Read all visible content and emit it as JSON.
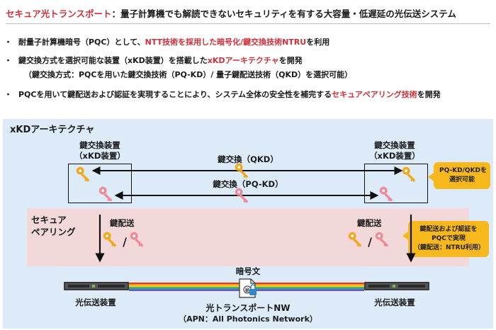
{
  "headline": {
    "accent": "セキュア光トランスポート",
    "rest": "：量子計算機でも解読できないセキュリティを有する大容量・低遅延の光伝送システム"
  },
  "bullets": [
    {
      "pre": "耐量子計算機暗号（PQC）として、",
      "red": "NTT技術を採用した暗号化/鍵交換技術NTRU",
      "post": "を利用"
    },
    {
      "pre": "鍵交換方式を選択可能な装置（xKD装置）を搭載した",
      "red": "xKDアーキテクチャ",
      "post": "を開発"
    },
    {
      "pre": "PQCを用いて鍵配送および認証を実現することにより、システム全体の安全性を補完する",
      "red": "セキュアペアリング技術",
      "post": "を開発"
    }
  ],
  "bullet_sub": "（鍵交換方式：PQCを用いた鍵交換技術（PQ-KD）/ 量子鍵配送技術（QKD）を選択可能）",
  "diagram": {
    "title": "xKDアーキテクチャ",
    "xkd_left": [
      "鍵交換装置",
      "（xKD装置）"
    ],
    "xkd_right": [
      "鍵交換装置",
      "（xKD装置）"
    ],
    "qkd_label": "鍵交換（QKD）",
    "pqkd_label": "鍵交換（PQ-KD）",
    "bubble_top": [
      "PQ-KD/QKDを",
      "選択可能"
    ],
    "secure_pairing": [
      "セキュア",
      "ペアリング"
    ],
    "key_dist_left": "鍵配送",
    "key_dist_right": "鍵配送",
    "slash": "/",
    "bubble_bottom": [
      "鍵配送および認証を",
      "PQCで実現",
      "（鍵配送：NTRU利用）"
    ],
    "cipher_label": "暗号文",
    "transport_left": "光伝送装置",
    "transport_right": "光伝送装置",
    "network_name": "光トランスポートNW",
    "network_sub": "（APN：All Photonics Network）",
    "lock_text": "秘"
  },
  "colors": {
    "accent_red": "#d0303a",
    "panel_blue": "#dcebf7",
    "band_pink": "#f2d8d9",
    "key_orange": "#f2a81d",
    "key_pink": "#f08a98",
    "bubble_yellow": "#f6b81c"
  }
}
